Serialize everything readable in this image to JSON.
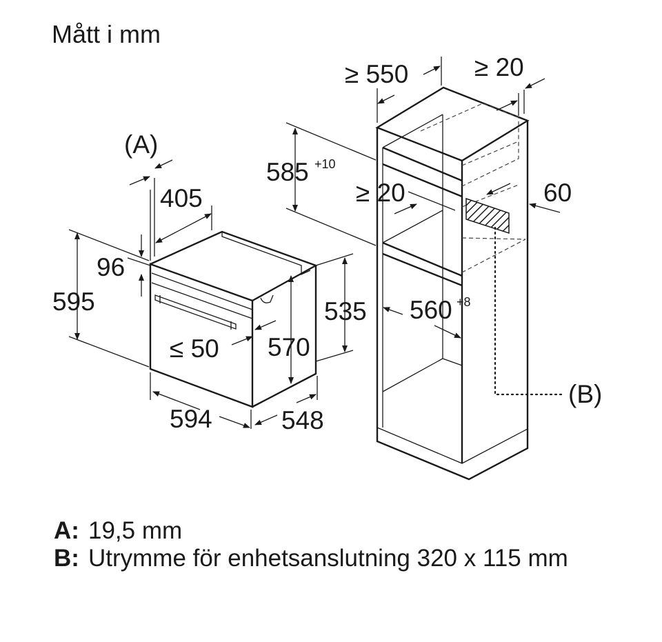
{
  "title": "Mått i mm",
  "oven": {
    "depth_frame": "405",
    "label_a": "(A)",
    "panel_height": "96",
    "total_height": "595",
    "body_height": "535",
    "inner_height": "570",
    "handle_gap": "≤ 50",
    "width": "594",
    "depth": "548"
  },
  "cabinet": {
    "min_depth": "≥ 550",
    "min_rear_gap": "≥ 20",
    "opening_height": "585",
    "opening_height_tol": "+10",
    "min_shelf_gap": "≥ 20",
    "vent_depth": "60",
    "opening_width": "560",
    "opening_width_tol": "+8",
    "label_b": "(B)"
  },
  "legend": [
    {
      "key": "A:",
      "text": "19,5 mm"
    },
    {
      "key": "B:",
      "text": "Utrymme för enhetsanslutning 320 x 115 mm"
    }
  ]
}
